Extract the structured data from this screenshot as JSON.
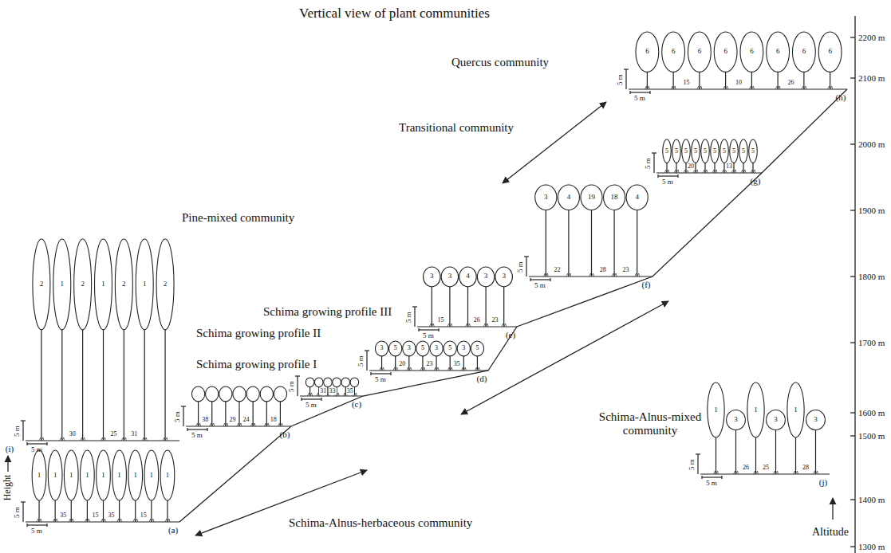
{
  "diagram": {
    "title": "Vertical view of plant communities",
    "labels": [
      "Quercus community",
      "Transitional community",
      "Pine-mixed community",
      "Schima growing profile III",
      "Schima growing profile II",
      "Schima growing profile I",
      "Schima-Alnus-mixed community",
      "Schima-Alnus-herbaceous community",
      "Altitude",
      "Height",
      "2200 m",
      "2100 m",
      "2000 m",
      "1900 m",
      "1800 m",
      "1700 m",
      "1600 m",
      "1500 m",
      "1400 m",
      "1300 m",
      "(h)",
      "5 m",
      "5 m",
      "6",
      "6",
      "6",
      "6",
      "6",
      "6",
      "6",
      "6",
      "15",
      "10",
      "26",
      "(g)",
      "5 m",
      "5 m",
      "5",
      "5",
      "5",
      "5",
      "5",
      "5",
      "5",
      "5",
      "5",
      "5",
      "20",
      "13",
      "(f)",
      "5 m",
      "5 m",
      "3",
      "4",
      "19",
      "18",
      "4",
      "22",
      "28",
      "23",
      "(e)",
      "5 m",
      "5 m",
      "3",
      "3",
      "4",
      "3",
      "3",
      "15",
      "26",
      "23",
      "(d)",
      "5 m",
      "5 m",
      "3",
      "5",
      "3",
      "5",
      "3",
      "5",
      "3",
      "5",
      "20",
      "23",
      "35",
      "(c)",
      "5 m",
      "5 m",
      "31",
      "33",
      "35",
      "(b)",
      "5 m",
      "5 m",
      "38",
      "29",
      "24",
      "18",
      "(a)",
      "5 m",
      "5 m",
      "1",
      "1",
      "1",
      "1",
      "1",
      "1",
      "1",
      "1",
      "1",
      "35",
      "15",
      "35",
      "15",
      "(i)",
      "5 m",
      "5 m",
      "2",
      "1",
      "2",
      "1",
      "2",
      "1",
      "2",
      "30",
      "25",
      "31",
      "(j)",
      "5 m",
      "5 m",
      "1",
      "3",
      "1",
      "3",
      "1",
      "3",
      "26",
      "25",
      "28"
    ]
  }
}
